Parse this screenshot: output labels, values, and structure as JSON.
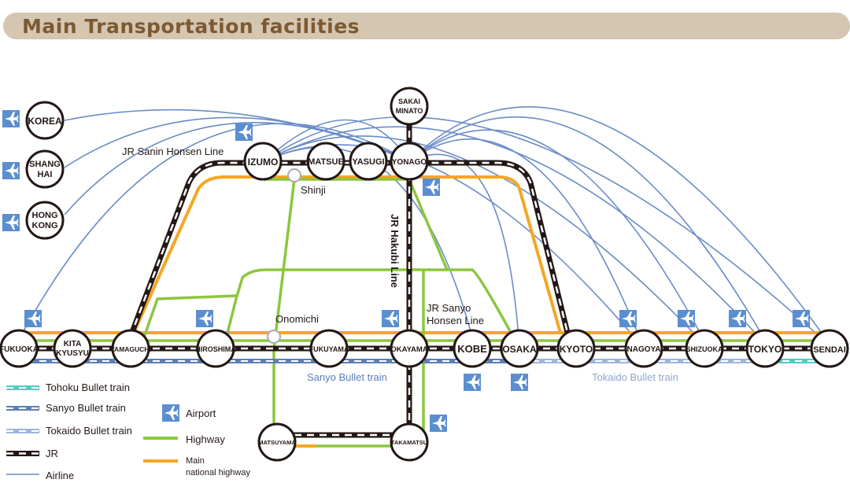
{
  "header": {
    "title": "Main Transportation facilities"
  },
  "colors": {
    "airline": "#6a8cc7",
    "highway": "#8cc63f",
    "national_highway": "#f5a623",
    "jr": "#231815",
    "sanyo_bullet": "#5b7fb6",
    "tokaido_bullet": "#9fb6db",
    "tohoku_bullet": "#5bc8c2",
    "airport_icon": "#5b8ed0"
  },
  "stations": {
    "fukuoka": "FUKUOKA",
    "kitakyusyu_1": "KITA",
    "kitakyusyu_2": "KYUSYU",
    "yamaguchi": "YAMAGUCHI",
    "hiroshima": "HIROSHIMA",
    "fukuyama": "FUKUYAMA",
    "okayama": "OKAYAMA",
    "kobe": "KOBE",
    "osaka": "OSAKA",
    "kyoto": "KYOTO",
    "nagoya": "NAGOYA",
    "shizuoka": "SHIZUOKA",
    "tokyo": "TOKYO",
    "sendai": "SENDAI",
    "izumo": "IZUMO",
    "matsue": "MATSUE",
    "yasugi": "YASUGI",
    "yonago": "YONAGO",
    "sakaiminato_1": "SAKAI",
    "sakaiminato_2": "MINATO",
    "matsuyama": "MATSUYAMA",
    "takamatsu": "TAKAMATSU",
    "korea": "KOREA",
    "shanghai_1": "SHANG",
    "shanghai_2": "HAI",
    "hongkong_1": "HONG",
    "hongkong_2": "KONG"
  },
  "labels": {
    "jr_sanin": "JR Sanin Honsen Line",
    "shinji": "Shinji",
    "jr_hakubi": "JR Hakubi Line",
    "onomichi": "Onomichi",
    "jr_sanyo_1": "JR Sanyo",
    "jr_sanyo_2": "Honsen Line",
    "sanyo_bullet": "Sanyo Bullet train",
    "tokaido_bullet": "Tokaido Bullet train"
  },
  "legend": {
    "tohoku": "Tohoku Bullet train",
    "sanyo": "Sanyo Bullet train",
    "tokaido": "Tokaido Bullet train",
    "jr": "JR",
    "airline": "Airline",
    "airport": "Airport",
    "highway": "Highway",
    "national_1": "Main",
    "national_2": "national highway"
  },
  "icons": {
    "airport": "airplane-icon"
  }
}
